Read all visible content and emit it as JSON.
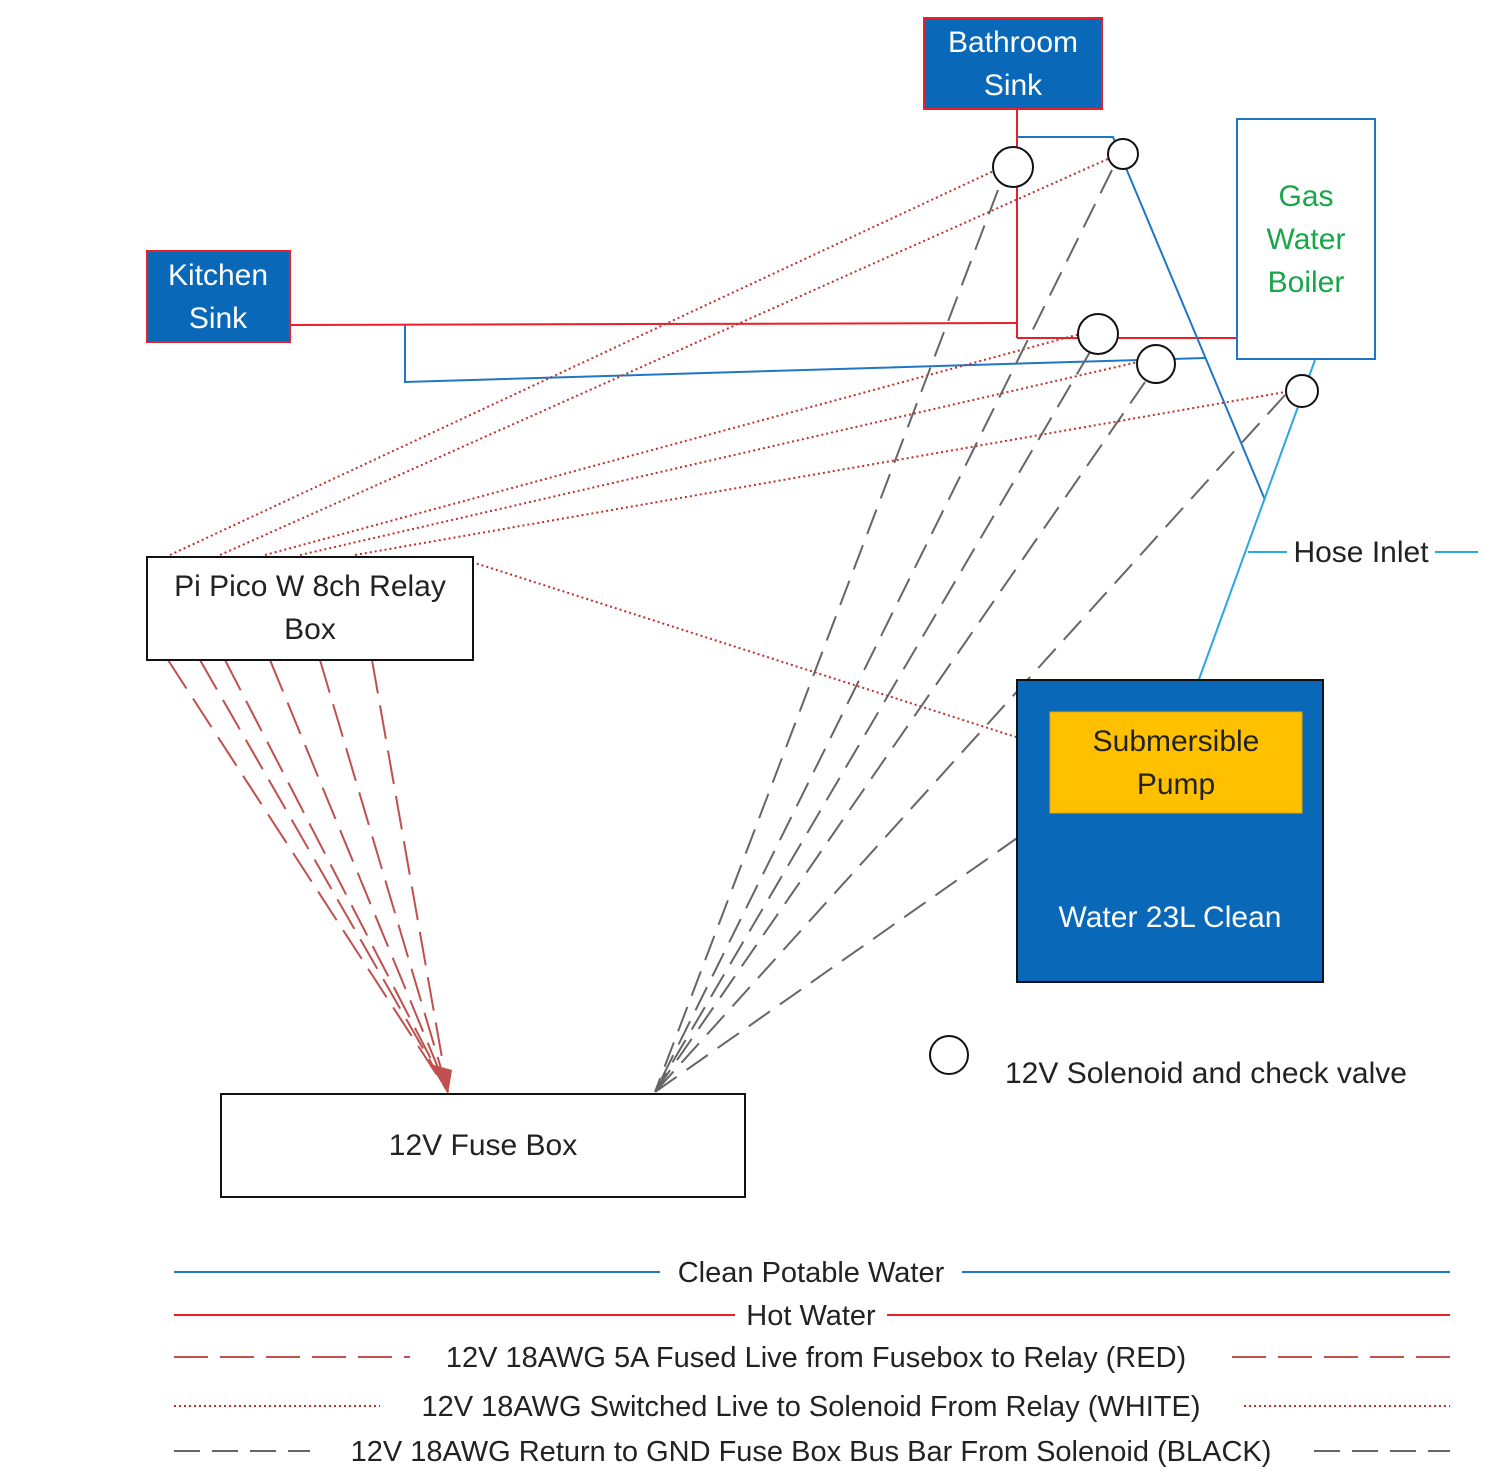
{
  "colors": {
    "potable_water": "#1f77c4",
    "hose_water": "#29a8e0",
    "hot_water": "#e8202a",
    "live_red_dashed": "#c0504d",
    "switched_dotted": "#c0302a",
    "return_dashed": "#666666",
    "fixture_fill": "#0a68b8",
    "fixture_border": "#e8202a",
    "pump_fill": "#ffc000",
    "boiler_text": "#18a64a"
  },
  "nodes": {
    "bathroom_sink": [
      "Bathroom",
      "Sink"
    ],
    "kitchen_sink": [
      "Kitchen",
      "Sink"
    ],
    "gas_water_boiler": [
      "Gas",
      "Water",
      "Boiler"
    ],
    "relay_box": [
      "Pi Pico W 8ch Relay",
      "Box"
    ],
    "submersible_pump": [
      "Submersible",
      "Pump"
    ],
    "water_tank": "Water 23L Clean",
    "fuse_box": "12V Fuse Box",
    "hose_inlet": "Hose Inlet"
  },
  "valve_key": {
    "icon": "circle-outline",
    "label": "12V Solenoid and check valve"
  },
  "legend": [
    {
      "style": "solid-blue",
      "label": "Clean Potable Water"
    },
    {
      "style": "solid-red",
      "label": "Hot Water"
    },
    {
      "style": "long-dash-red",
      "label": "12V 18AWG 5A Fused Live from Fusebox to Relay (RED)"
    },
    {
      "style": "dotted-red",
      "label": "12V 18AWG Switched Live to Solenoid From Relay (WHITE)"
    },
    {
      "style": "dash-grey",
      "label": "12V 18AWG Return to GND Fuse Box Bus Bar From Solenoid (BLACK)"
    }
  ]
}
